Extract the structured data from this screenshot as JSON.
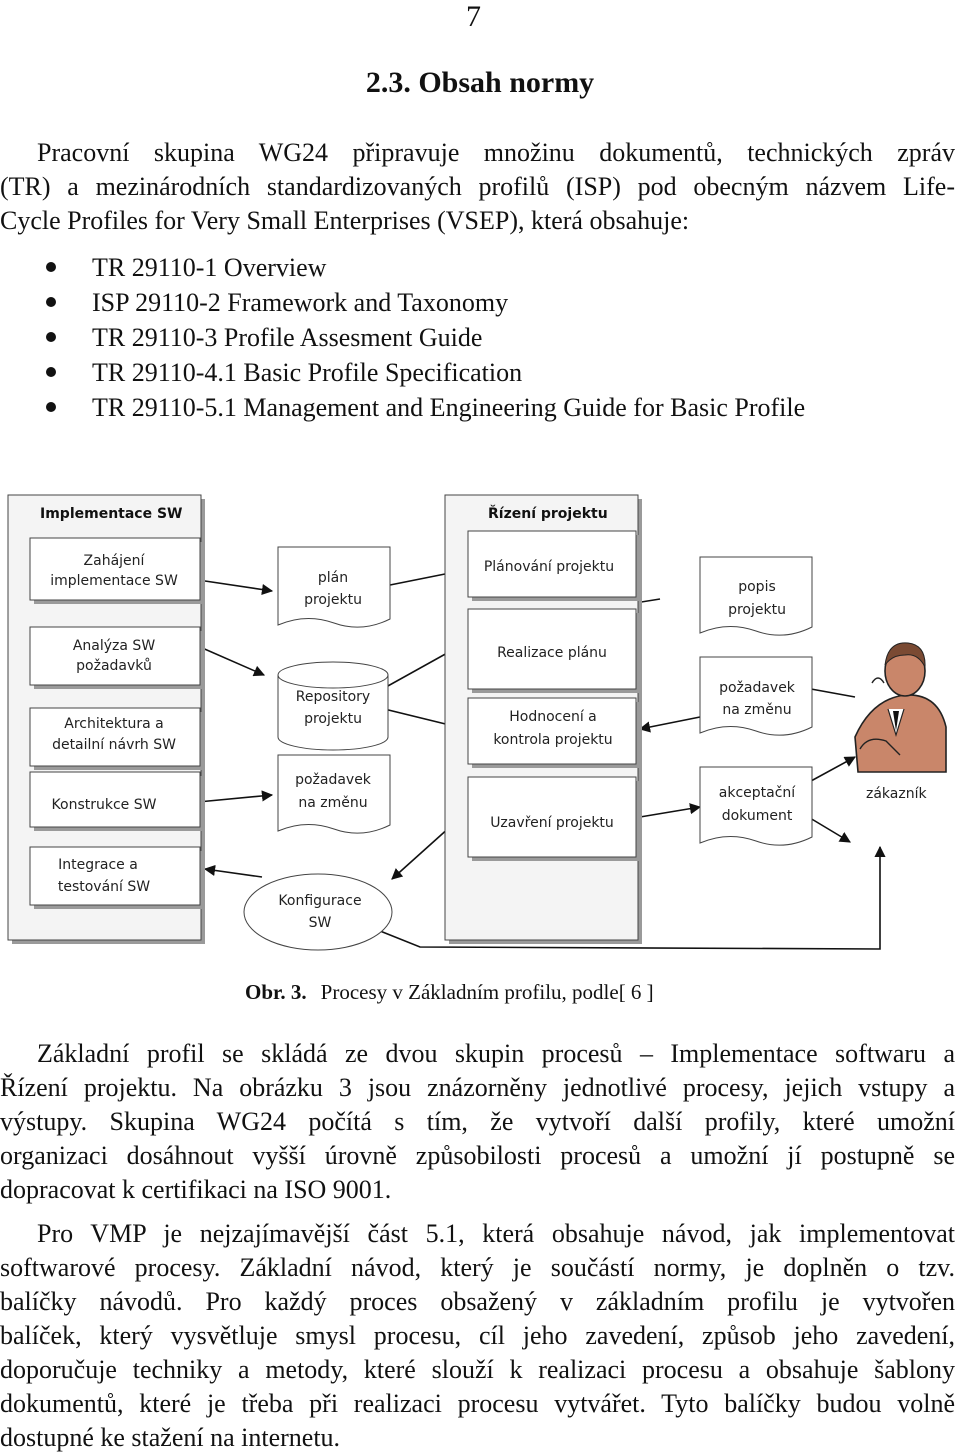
{
  "page_number": "7",
  "section_title": "2.3. Obsah normy",
  "intro_lines": [
    "Pracovní skupina WG24 připravuje množinu dokumentů, technických zpráv",
    "(TR) a mezinárodních standardizovaných profilů (ISP) pod obecným názvem Life-",
    "Cycle Profiles for Very Small Enterprises (VSEP), která obsahuje:"
  ],
  "documents": [
    "TR 29110-1 Overview",
    "ISP 29110-2 Framework and Taxonomy",
    "TR 29110-3 Profile Assesment Guide",
    "TR 29110-4.1 Basic Profile Specification",
    "TR 29110-5.1 Management and Engineering Guide for Basic Profile"
  ],
  "figure": {
    "left_group": {
      "title": "Implementace SW",
      "processes": [
        [
          "Zahájení",
          "implementace SW"
        ],
        [
          "Analýza SW",
          "požadavků"
        ],
        [
          "Architektura a",
          "detailní návrh SW"
        ],
        [
          "Konstrukce SW"
        ],
        [
          "Integrace a",
          "testování SW"
        ]
      ]
    },
    "right_group": {
      "title": "Řízení projektu",
      "processes": [
        [
          "Plánování projektu"
        ],
        [
          "Realizace plánu"
        ],
        [
          "Hodnocení a",
          "kontrola projektu"
        ],
        [
          "Uzavření projektu"
        ]
      ]
    },
    "middle_docs": [
      [
        "plán",
        "projektu"
      ],
      [
        "požadavek",
        "na změnu"
      ]
    ],
    "repository": [
      "Repository",
      "projektu"
    ],
    "configuration": [
      "Konfigurace",
      "SW"
    ],
    "right_docs": [
      [
        "popis",
        "projektu"
      ],
      [
        "požadavek",
        "na změnu"
      ],
      [
        "akceptační",
        "dokument"
      ]
    ],
    "customer_label": "zákazník",
    "colors": {
      "box_fill": "#ffffff",
      "panel_fill": "#f4f4f4",
      "shadow": "#9a9a9a",
      "customer_skin": "#c9866a",
      "line": "#111111"
    }
  },
  "caption": {
    "label": "Obr. 3.",
    "text": "Procesy v Základním profilu, podle[ 6 ]"
  },
  "para2_lines": [
    "Základní profil se skládá ze dvou skupin procesů – Implementace softwaru a",
    "Řízení projektu. Na obrázku 3 jsou znázorněny jednotlivé procesy, jejich vstupy a",
    "výstupy. Skupina WG24 počítá s tím, že vytvoří další profily, které umožní",
    "organizaci dosáhnout vyšší úrovně způsobilosti procesů a umožní jí postupně se",
    "dopracovat k certifikaci na ISO 9001."
  ],
  "para3_lines": [
    "Pro VMP je nejzajímavější část 5.1, která obsahuje návod, jak implementovat",
    "softwarové procesy. Základní návod, který je součástí normy, je doplněn o tzv.",
    "balíčky návodů. Pro každý proces obsažený v základním profilu je vytvořen",
    "balíček, který vysvětluje smysl procesu, cíl jeho zavedení, způsob jeho zavedení,",
    "doporučuje techniky a metody, které slouží k realizaci procesu a obsahuje šablony",
    "dokumentů, které je třeba při realizaci procesu vytvářet. Tyto balíčky budou volně",
    "dostupné ke stažení na internetu."
  ]
}
